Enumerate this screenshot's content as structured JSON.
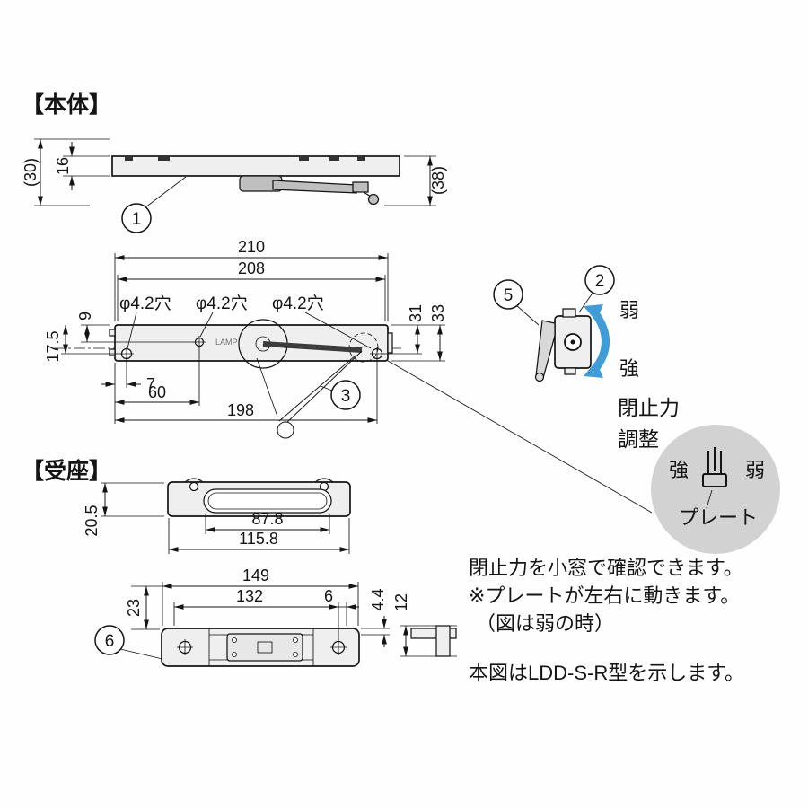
{
  "sections": {
    "body_title": "【本体】",
    "seat_title": "【受座】"
  },
  "callouts": {
    "c1": "1",
    "c2": "2",
    "c3": "3",
    "c5": "5",
    "c6": "6"
  },
  "body_side": {
    "h_outer": "(30)",
    "h_bar": "16",
    "h_right": "(38)"
  },
  "body_top": {
    "w_outer": "210",
    "w_inner": "208",
    "hole_label_1": "φ4.2穴",
    "hole_label_2": "φ4.2穴",
    "hole_label_3": "φ4.2穴",
    "d31": "31",
    "d33": "33",
    "d9": "9",
    "d17_5": "17.5",
    "d7": "7",
    "d60": "60",
    "d198": "198",
    "brand": "LAMP"
  },
  "adjuster": {
    "weak": "弱",
    "strong": "強",
    "caption_line1": "閉止力",
    "caption_line2": "調整"
  },
  "bubble": {
    "strong": "強",
    "weak": "弱",
    "label": "プレート"
  },
  "seat_top": {
    "w_slot": "87.8",
    "w_outer": "115.8",
    "h": "20.5"
  },
  "seat_bottom": {
    "w_outer": "149",
    "w_inner": "132",
    "d6": "6",
    "d4_4": "4.4",
    "d12": "12",
    "d23": "23"
  },
  "notes": {
    "line1": "閉止力を小窓で確認できます。",
    "line2": "※プレートが左右に動きます。",
    "line3": "（図は弱の時）",
    "line4": "本図はLDD-S-R型を示します。"
  },
  "colors": {
    "line": "#141414",
    "arrow_blue": "#3f9cd7",
    "bubble_gray": "#d2d2d2"
  }
}
